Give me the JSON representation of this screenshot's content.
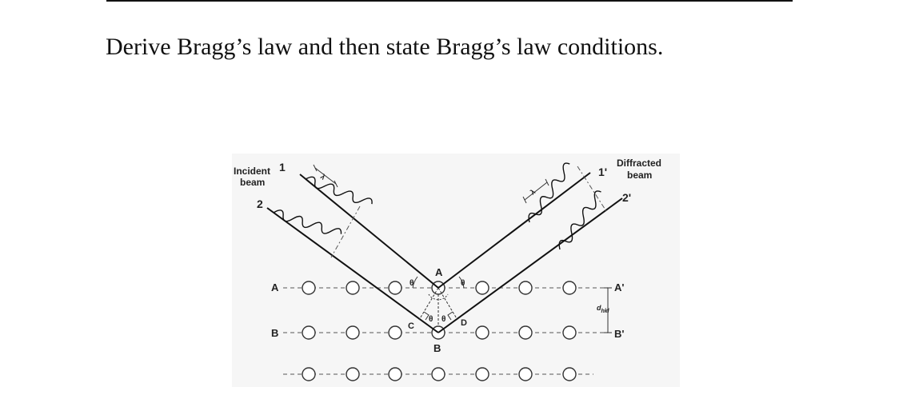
{
  "question": {
    "text": "Derive Bragg’s law and then state Bragg’s law conditions."
  },
  "figure": {
    "incident_label_line1": "Incident",
    "incident_label_line2": "beam",
    "diffracted_label_line1": "Diffracted",
    "diffracted_label_line2": "beam",
    "ray_1": "1",
    "ray_2": "2",
    "ray_1_prime": "1'",
    "ray_2_prime": "2'",
    "wavelength_symbol": "λ",
    "theta_symbol": "θ",
    "point_A": "A",
    "point_B": "B",
    "point_C": "C",
    "point_D": "D",
    "plane_A": "A",
    "plane_B": "B",
    "plane_A_prime": "A'",
    "plane_B_prime": "B'",
    "spacing_base": "d",
    "spacing_sub": "hkl"
  }
}
